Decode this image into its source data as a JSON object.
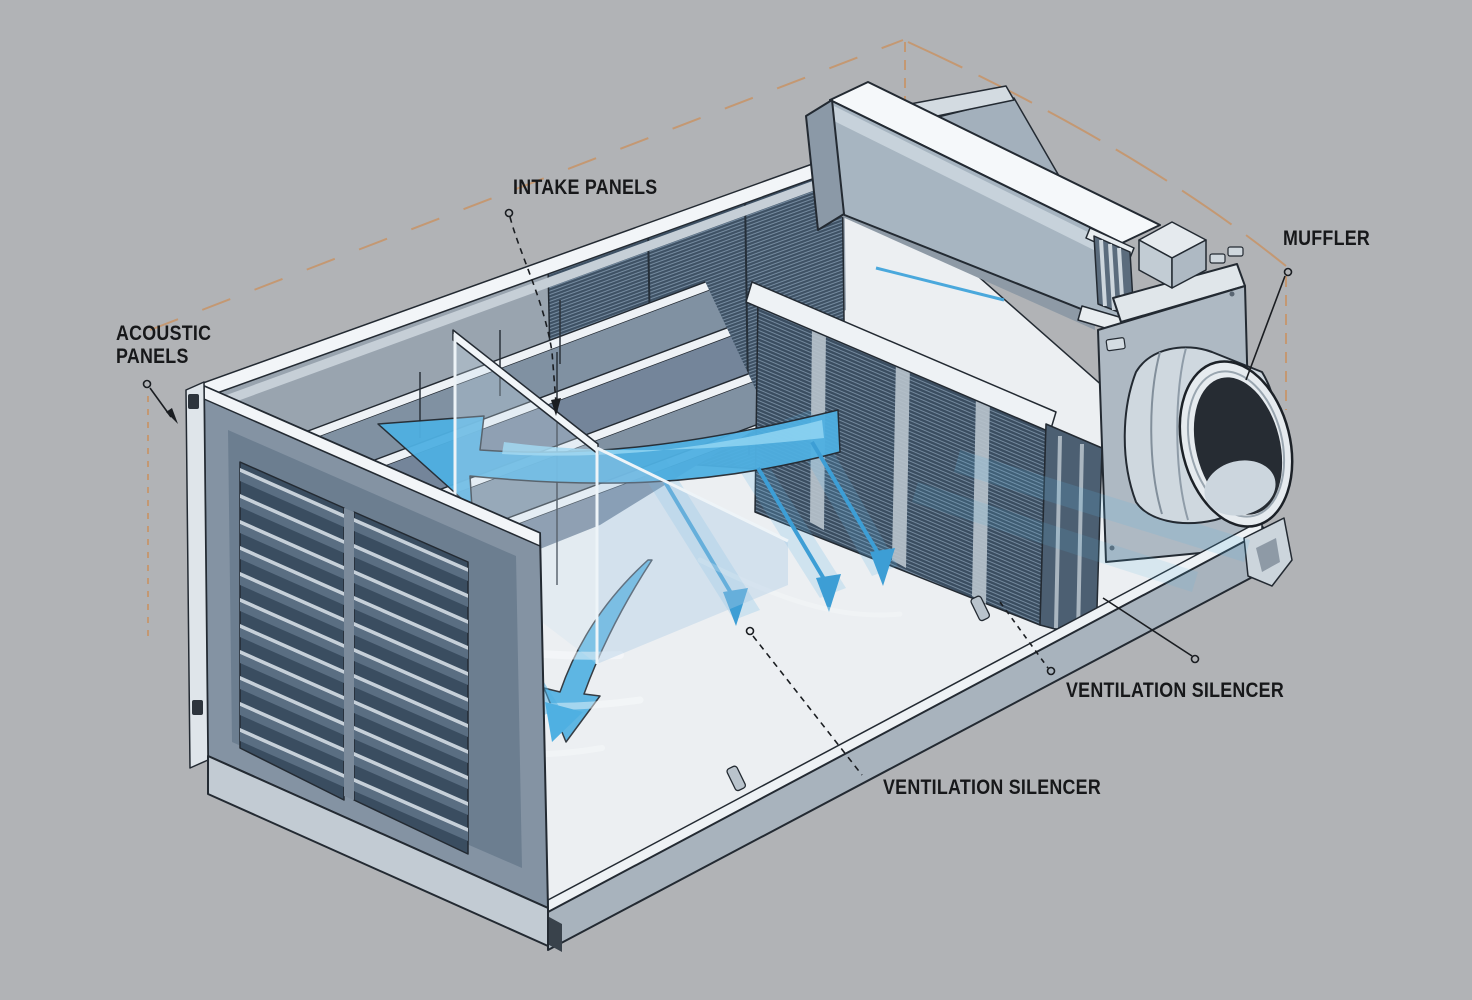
{
  "labels": {
    "acoustic_panels": "ACOUSTIC PANELS",
    "intake_panels": "INTAKE PANELS",
    "muffler": "MUFFLER",
    "ventilation_silencer_right": "VENTILATION SILENCER",
    "ventilation_silencer_bottom": "VENTILATION SILENCER"
  },
  "colors": {
    "background": "#b1b3b6",
    "airflow_blue": "#4fb0e2",
    "airflow_blue_light": "#90d5f2",
    "construction_tan": "#c49872",
    "label_text": "#17181a",
    "outline": "#232a32",
    "panel_gray": "#8493a3",
    "mesh_dark": "#3e5164",
    "highlight_white": "#f2f5f8"
  }
}
